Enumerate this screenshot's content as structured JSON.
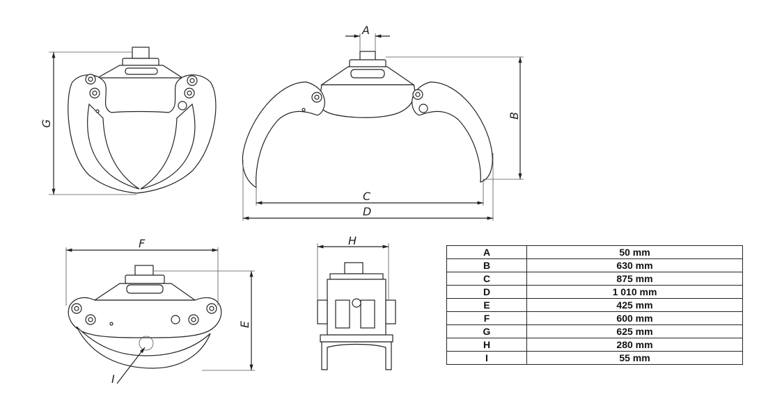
{
  "dimension_labels": {
    "A": "A",
    "B": "B",
    "C": "C",
    "D": "D",
    "E": "E",
    "F": "F",
    "G": "G",
    "H": "H",
    "I": "I"
  },
  "spec_table": [
    {
      "key": "A",
      "value": "50 mm"
    },
    {
      "key": "B",
      "value": "630 mm"
    },
    {
      "key": "C",
      "value": "875 mm"
    },
    {
      "key": "D",
      "value": "1 010 mm"
    },
    {
      "key": "E",
      "value": "425 mm"
    },
    {
      "key": "F",
      "value": "600 mm"
    },
    {
      "key": "G",
      "value": "625 mm"
    },
    {
      "key": "H",
      "value": "280 mm"
    },
    {
      "key": "I",
      "value": "55 mm"
    }
  ]
}
